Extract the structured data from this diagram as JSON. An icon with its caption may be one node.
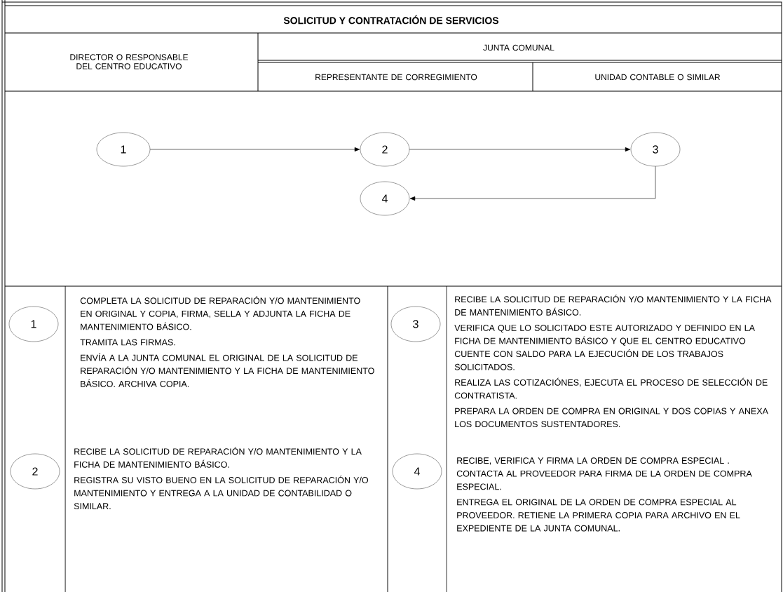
{
  "diagram": {
    "title": "SOLICITUD Y CONTRATACIÓN DE SERVICIOS",
    "nodes": [
      {
        "text": [
          "1"
        ]
      },
      {
        "text": [
          "2"
        ]
      },
      {
        "text": [
          "3"
        ]
      },
      {
        "text": [
          "4"
        ]
      },
      {
        "text": [
          "1"
        ],
        "beside": [
          "COMPLETA LA SOLICITUD DE REPARACIÓN Y/O MANTENIMIENTO EN ORIGINAL Y COPIA,  FIRMA, SELLA Y ADJUNTA LA FICHA DE MANTENIMIENTO BÁSICO.",
          "TRAMITA LAS FIRMAS.",
          "ENVÍA A LA JUNTA COMUNAL EL ORIGINAL DE LA SOLICITUD DE REPARACIÓN Y/O MANTENIMIENTO  Y LA FICHA DE MANTENIMIENTO BÁSICO.  ARCHIVA COPIA."
        ]
      },
      {
        "text": [
          "3"
        ],
        "beside": [
          "RECIBE LA SOLICITUD DE REPARACIÓN Y/O MANTENIMIENTO Y LA FICHA DE MANTENIMIENTO BÁSICO.",
          "VERIFICA QUE LO SOLICITADO ESTE AUTORIZADO Y DEFINIDO EN LA FICHA DE MANTENIMIENTO BÁSICO  Y QUE EL CENTRO EDUCATIVO CUENTE CON SALDO PARA LA EJECUCIÓN DE LOS TRABAJOS SOLICITADOS.",
          "REALIZA LAS COTIZACIÓNES, EJECUTA EL PROCESO DE SELECCIÓN DE CONTRATISTA.",
          "PREPARA LA ORDEN DE COMPRA EN ORIGINAL Y DOS COPIAS Y ANEXA LOS DOCUMENTOS SUSTENTADORES."
        ]
      },
      {
        "text": [
          "2"
        ],
        "beside": [
          "RECIBE LA SOLICITUD DE REPARACIÓN Y/O MANTENIMIENTO Y LA FICHA DE MANTENIMIENTO BÁSICO.",
          "REGISTRA SU VISTO BUENO EN LA SOLICITUD DE REPARACIÓN Y/O MANTENIMIENTO  Y ENTREGA A LA UNIDAD DE CONTABILIDAD O SIMILAR."
        ]
      },
      {
        "text": [
          "4"
        ],
        "beside": [
          "RECIBE, VERIFICA Y FIRMA LA ORDEN DE COMPRA ESPECIAL .  CONTACTA AL PROVEEDOR PARA FIRMA DE LA ORDEN DE COMPRA ESPECIAL.",
          "ENTREGA EL ORIGINAL DE LA ORDEN DE COMPRA ESPECIAL  AL PROVEEDOR.  RETIENE LA PRIMERA COPIA PARA ARCHIVO EN EL EXPEDIENTE DE LA JUNTA COMUNAL."
        ]
      }
    ],
    "edges": [
      {
        "from": 0,
        "to": 1,
        "arrow": "to"
      },
      {
        "from": 1,
        "to": 2,
        "arrow": "to"
      },
      {
        "from": 2,
        "to": 3,
        "arrow": "to"
      }
    ],
    "labels": [
      "DIRECTOR O RESPONSABLE DEL CENTRO EDUCATIVO",
      "JUNTA COMUNAL",
      "REPRESENTANTE DE CORREGIMIENTO",
      "UNIDAD CONTABLE O SIMILAR"
    ]
  }
}
